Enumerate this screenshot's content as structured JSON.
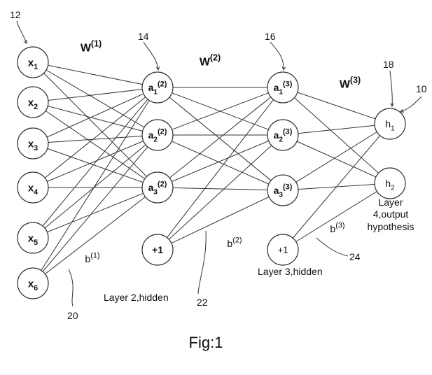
{
  "caption": "Fig:1",
  "layers": {
    "input": {
      "nodes": [
        {
          "base": "x",
          "sub": "1"
        },
        {
          "base": "x",
          "sub": "2"
        },
        {
          "base": "x",
          "sub": "3"
        },
        {
          "base": "x",
          "sub": "4"
        },
        {
          "base": "x",
          "sub": "5"
        },
        {
          "base": "x",
          "sub": "6"
        }
      ]
    },
    "hidden2": {
      "nodes": [
        {
          "base": "a",
          "sub": "1",
          "sup": "(2)"
        },
        {
          "base": "a",
          "sub": "2",
          "sup": "(2)"
        },
        {
          "base": "a",
          "sub": "3",
          "sup": "(2)"
        }
      ],
      "bias": "+1",
      "title": "Layer 2,hidden"
    },
    "hidden3": {
      "nodes": [
        {
          "base": "a",
          "sub": "1",
          "sup": "(3)"
        },
        {
          "base": "a",
          "sub": "2",
          "sup": "(3)"
        },
        {
          "base": "a",
          "sub": "3",
          "sup": "(3)"
        }
      ],
      "bias": "+1",
      "title": "Layer 3,hidden"
    },
    "output": {
      "nodes": [
        {
          "base": "h",
          "sub": "1"
        },
        {
          "base": "h",
          "sub": "2"
        }
      ],
      "title_lines": [
        "Layer",
        "4,output",
        "hypothesis"
      ]
    }
  },
  "weights": [
    {
      "base": "W",
      "sup": "(1)"
    },
    {
      "base": "W",
      "sup": "(2)"
    },
    {
      "base": "W",
      "sup": "(3)"
    }
  ],
  "biases": [
    {
      "base": "b",
      "sup": "(1)"
    },
    {
      "base": "b",
      "sup": "(2)"
    },
    {
      "base": "b",
      "sup": "(3)"
    }
  ],
  "reference_numerals": [
    "12",
    "14",
    "16",
    "18",
    "10",
    "20",
    "22",
    "24"
  ]
}
